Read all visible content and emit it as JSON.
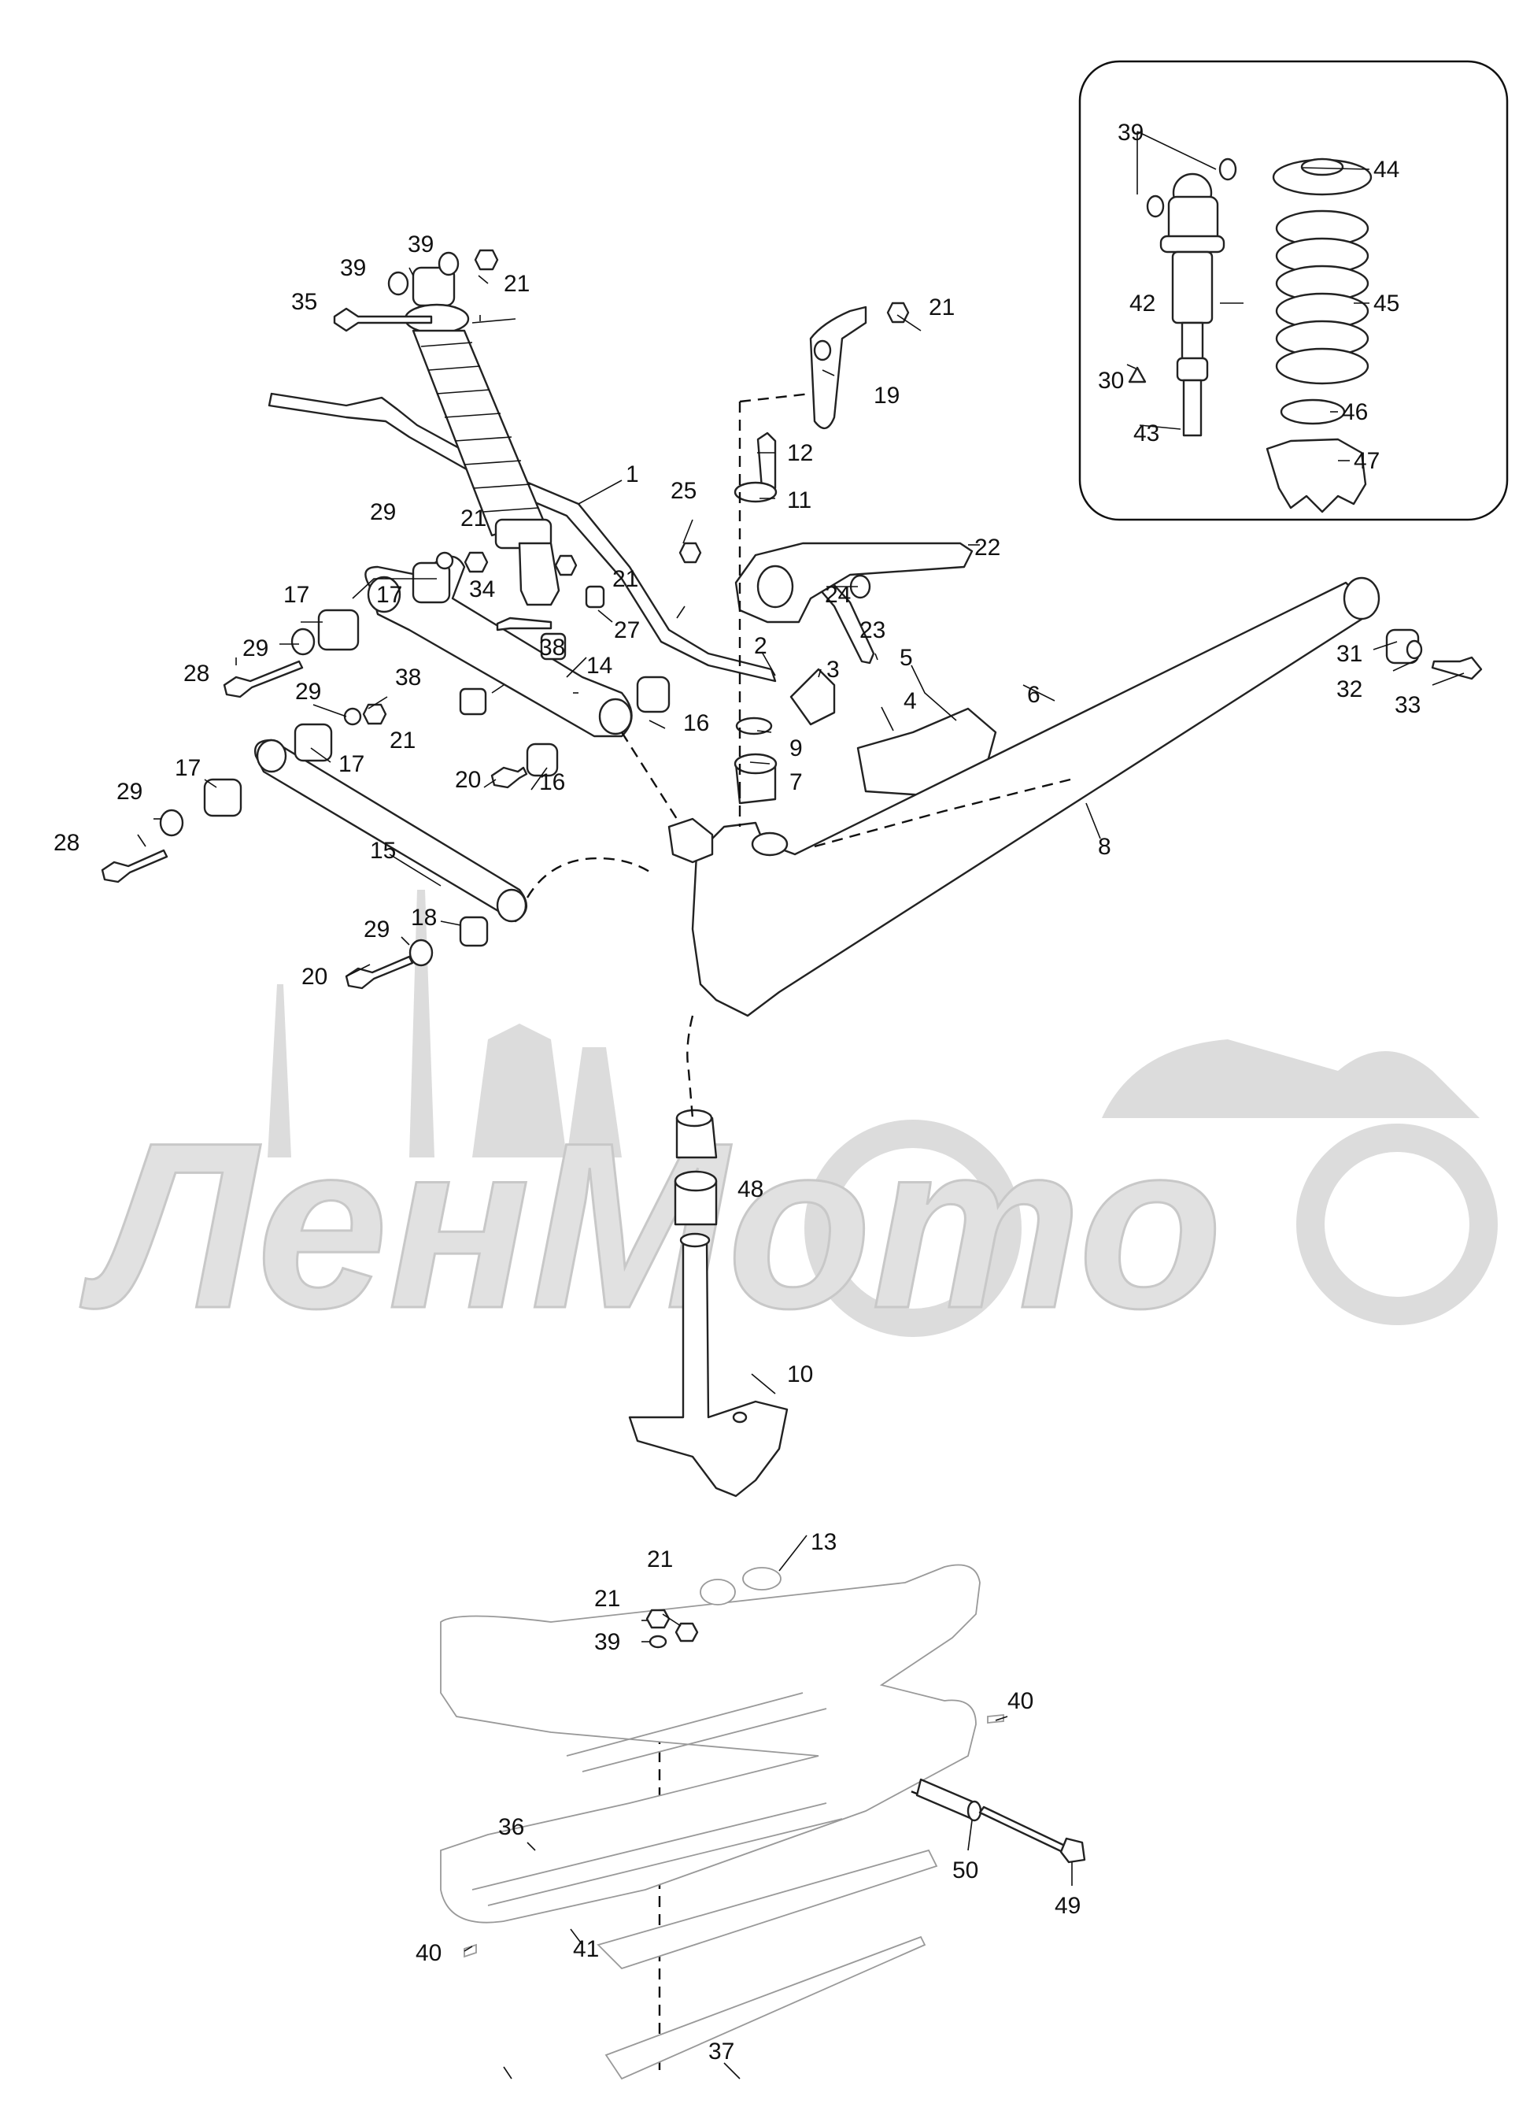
{
  "watermark": {
    "text": "ЛенМото"
  },
  "part_numbers": {
    "p1": "1",
    "p2": "2",
    "p3": "3",
    "p4": "4",
    "p5": "5",
    "p6": "6",
    "p7": "7",
    "p8": "8",
    "p9": "9",
    "p10": "10",
    "p11": "11",
    "p12": "12",
    "p13": "13",
    "p14": "14",
    "p15": "15",
    "p16": "16",
    "p17": "17",
    "p18": "18",
    "p19": "19",
    "p20": "20",
    "p21": "21",
    "p22": "22",
    "p23": "23",
    "p24": "24",
    "p25": "25",
    "p27": "27",
    "p28": "28",
    "p29": "29",
    "p30": "30",
    "p31": "31",
    "p32": "32",
    "p33": "33",
    "p34": "34",
    "p35": "35",
    "p36": "36",
    "p37": "37",
    "p38": "38",
    "p39": "39",
    "p40": "40",
    "p41": "41",
    "p42": "42",
    "p43": "43",
    "p44": "44",
    "p45": "45",
    "p46": "46",
    "p47": "47",
    "p48": "48",
    "p49": "49",
    "p50": "50"
  },
  "colors": {
    "line": "#222222",
    "watermark": "#dcdcdc",
    "background": "#ffffff"
  }
}
